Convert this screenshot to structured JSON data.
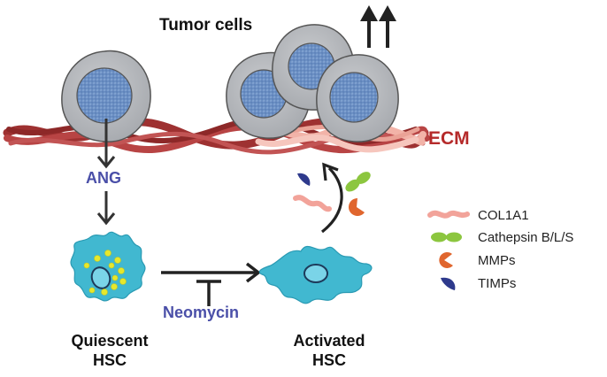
{
  "title": "Tumor cells",
  "ecm_label": "ECM",
  "ang_label": "ANG",
  "neomycin_label": "Neomycin",
  "quiescent": {
    "line1": "Quiescent",
    "line2": "HSC"
  },
  "activated": {
    "line1": "Activated",
    "line2": "HSC"
  },
  "legend": [
    {
      "label": "COL1A1",
      "icon": "col1a1-fiber-icon",
      "color": "#f2a39a"
    },
    {
      "label": "Cathepsin B/L/S",
      "icon": "cathepsin-icon",
      "color": "#8cc63f"
    },
    {
      "label": "MMPs",
      "icon": "mmp-icon",
      "color": "#e0662e"
    },
    {
      "label": "TIMPs",
      "icon": "timp-icon",
      "color": "#2e3a8c"
    }
  ],
  "colors": {
    "ecm_fiber": "#a83a3a",
    "ecm_fiber_light": "#f2b3a8",
    "cell_outer": "#b0b3b8",
    "cell_nucleus": "#6f95c9",
    "hsc_body": "#41b8d0",
    "hsc_droplet": "#e6e82c",
    "label_blue": "#4a4fa8",
    "ecm_red": "#b52a2a"
  }
}
